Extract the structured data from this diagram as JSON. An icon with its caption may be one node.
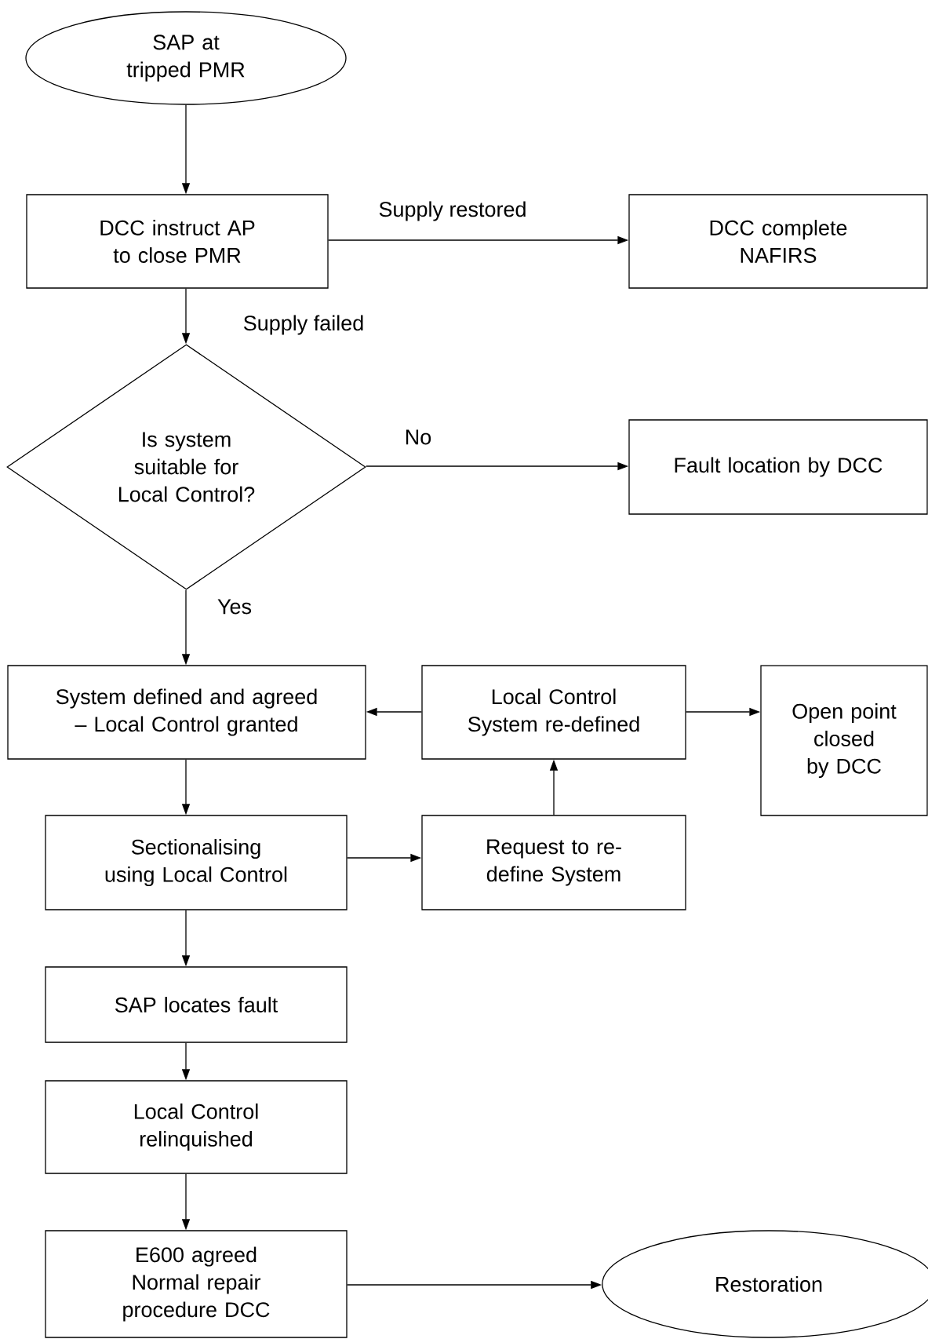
{
  "diagram": {
    "nodes": [
      {
        "text": [
          "SAP at tripped PMR"
        ]
      },
      {
        "text": [
          "DCC instruct AP to close PMR"
        ]
      },
      {
        "text": [
          "DCC complete NAFIRS"
        ]
      },
      {
        "text": [
          "Is system suitable for Local Control?"
        ]
      },
      {
        "text": [
          "Fault location by DCC"
        ]
      },
      {
        "text": [
          "System defined and agreed – Local Control granted"
        ]
      },
      {
        "text": [
          "Local Control System re-defined"
        ]
      },
      {
        "text": [
          "Open point closed by DCC"
        ]
      },
      {
        "text": [
          "Sectionalising using Local Control"
        ]
      },
      {
        "text": [
          "Request to re-define System"
        ]
      },
      {
        "text": [
          "SAP locates fault"
        ]
      },
      {
        "text": [
          "Local Control relinquished"
        ]
      },
      {
        "text": [
          "E600 agreed Normal repair procedure DCC"
        ]
      },
      {
        "text": [
          "Restoration"
        ]
      }
    ],
    "edges": [
      {
        "from": 0,
        "to": 1,
        "arrow": "to"
      },
      {
        "from": 1,
        "to": 2,
        "arrow": "to",
        "label": "Supply restored"
      },
      {
        "from": 1,
        "to": 3,
        "arrow": "to",
        "label": "Supply failed"
      },
      {
        "from": 3,
        "to": 4,
        "arrow": "to",
        "label": "No"
      },
      {
        "from": 3,
        "to": 5,
        "arrow": "to",
        "label": "Yes"
      },
      {
        "from": 6,
        "to": 5,
        "arrow": "to"
      },
      {
        "from": 6,
        "to": 7,
        "arrow": "to"
      },
      {
        "from": 5,
        "to": 8,
        "arrow": "to"
      },
      {
        "from": 8,
        "to": 9,
        "arrow": "to"
      },
      {
        "from": 9,
        "to": 6,
        "arrow": "to"
      },
      {
        "from": 8,
        "to": 10,
        "arrow": "to"
      },
      {
        "from": 10,
        "to": 11,
        "arrow": "to"
      },
      {
        "from": 11,
        "to": 12,
        "arrow": "to"
      },
      {
        "from": 12,
        "to": 13,
        "arrow": "to"
      }
    ]
  }
}
